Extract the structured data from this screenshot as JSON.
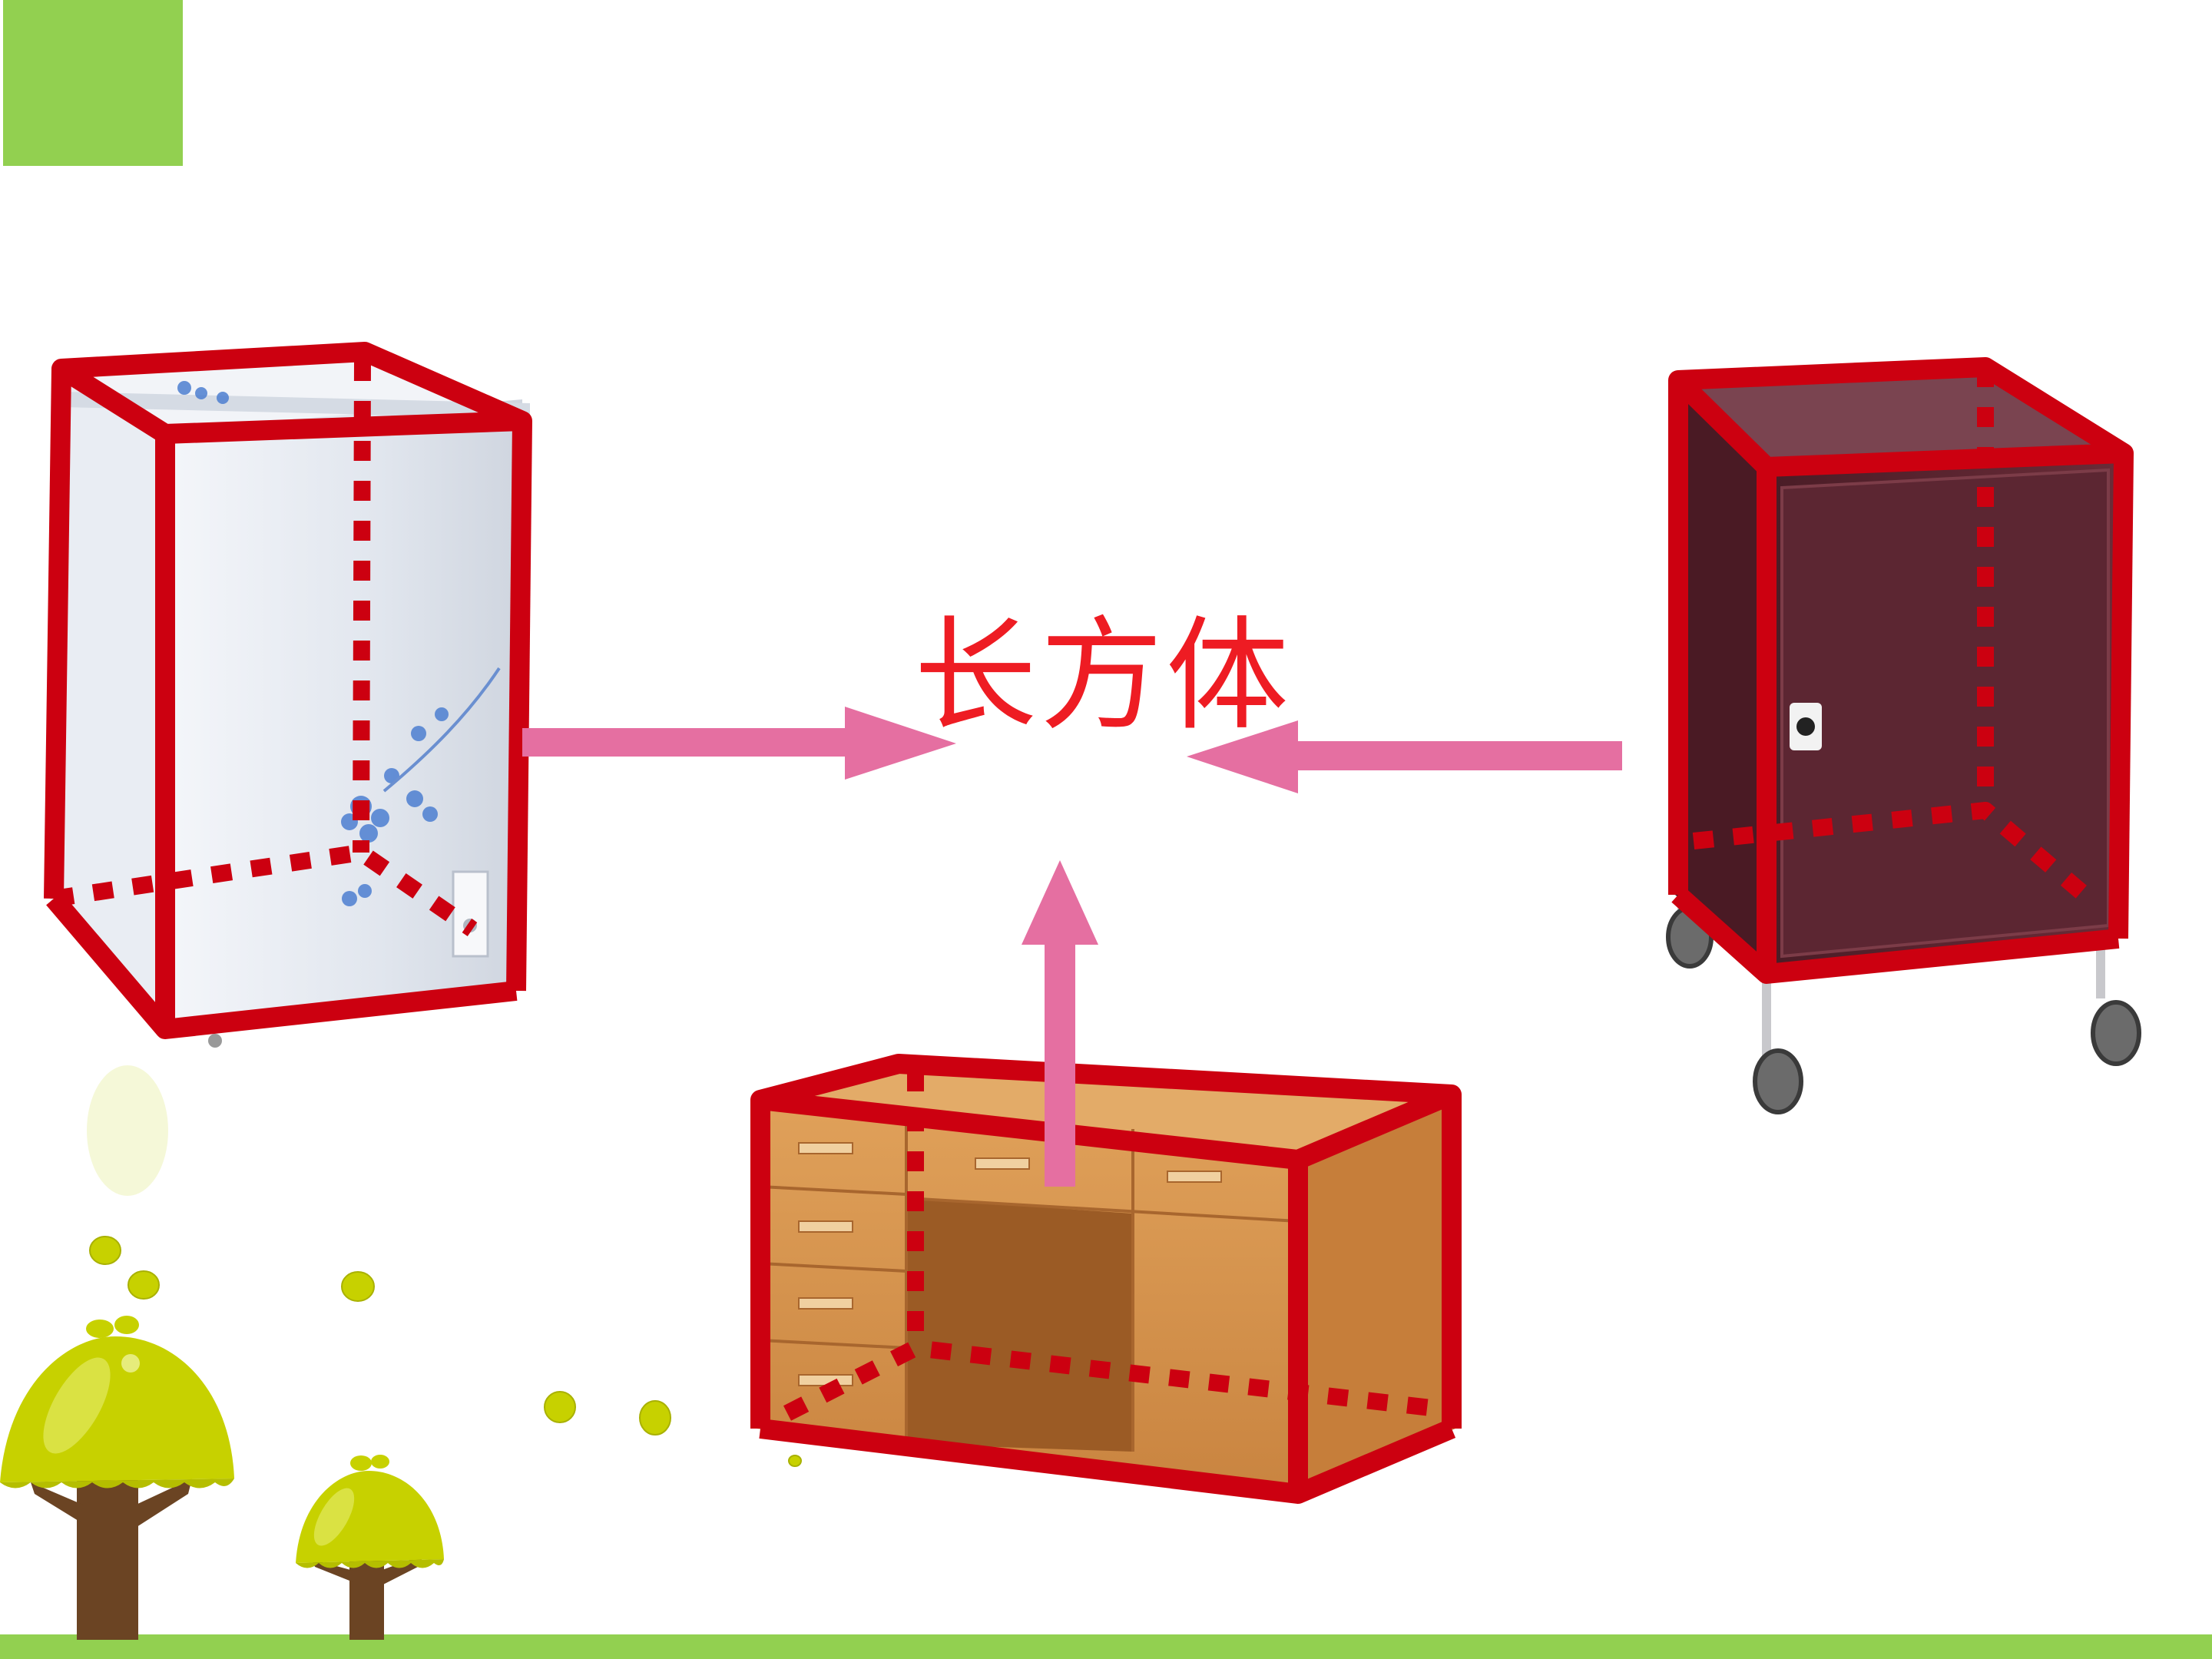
{
  "slide": {
    "label": "长方体",
    "colors": {
      "corner_square": "#92d050",
      "ground_bar": "#92d050",
      "wireframe": "#cc0010",
      "arrow": "#e56fa1",
      "label": "#ee1c23",
      "freezer_body": "#e3e8f0",
      "cabinet_body": "#5a2530",
      "desk_wood": "#d7954e",
      "tree_canopy": "#c7d100",
      "tree_trunk": "#6b4423"
    },
    "objects": [
      "chest-freezer",
      "desk",
      "wheeled-cabinet"
    ]
  }
}
